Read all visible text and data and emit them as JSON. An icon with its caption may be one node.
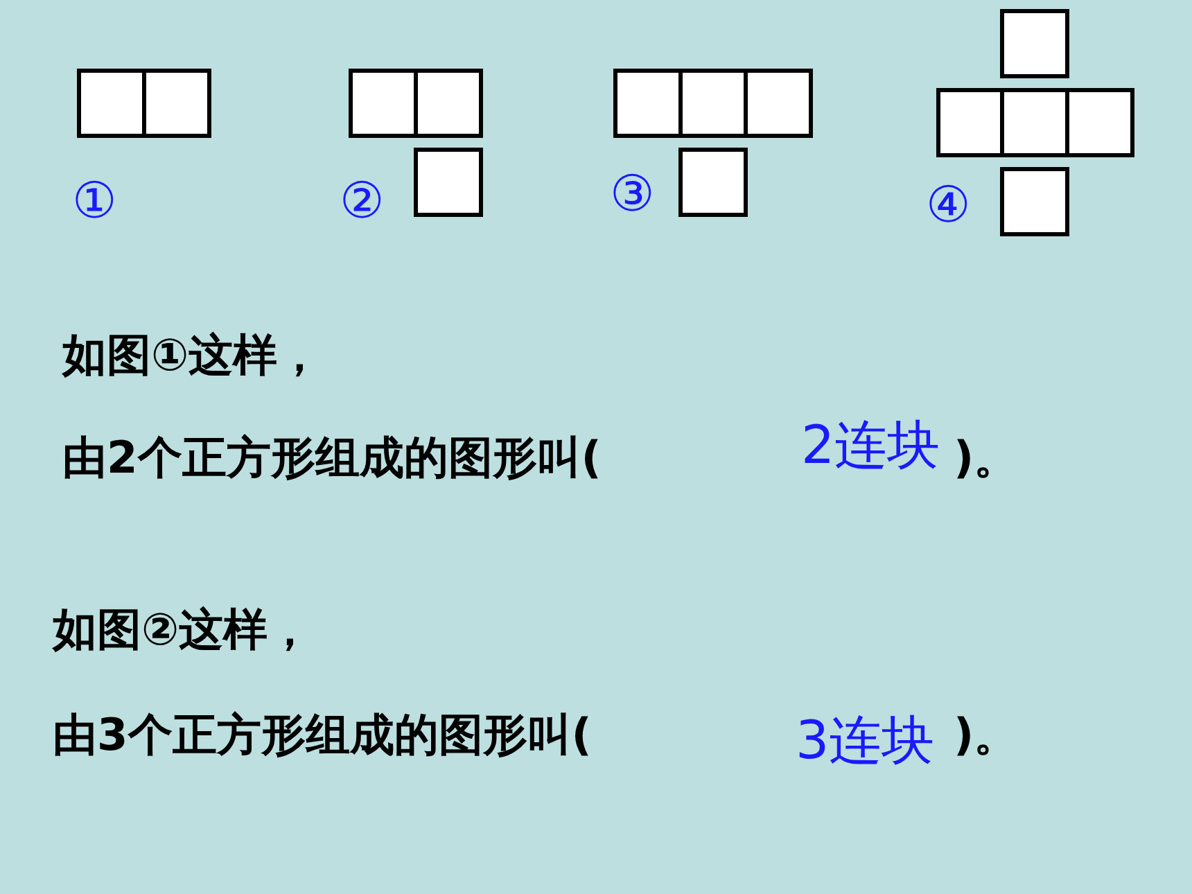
{
  "diagram": {
    "labels": [
      "①",
      "②",
      "③",
      "④",
      "如图①这样，",
      "由2个正方形组成的图形叫(",
      "2连块",
      ")。",
      "如图②这样，",
      "由3个正方形组成的图形叫(",
      "3连块",
      ")。"
    ]
  }
}
